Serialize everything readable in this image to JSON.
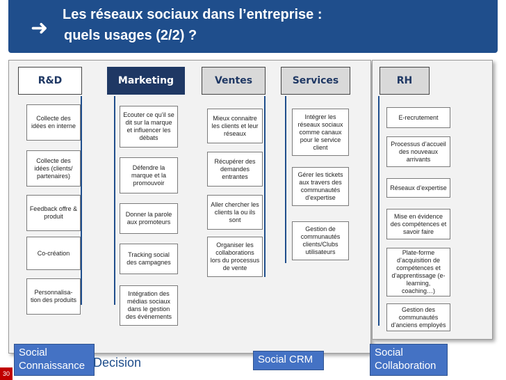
{
  "title": {
    "line1": "Les réseaux sociaux dans l’entreprise :",
    "line2": "quels usages (2/2)  ?",
    "arrow_icon": "right-arrow-icon"
  },
  "columns": [
    {
      "head": "R&D",
      "items": [
        "Collecte des idées en interne",
        "Collecte des idées (clients/ partenaires)",
        "Feedback offre & produit",
        "Co-création",
        "Personnalisa- tion des produits"
      ]
    },
    {
      "head": "Marketing",
      "items": [
        "Ecouter ce qu’il se dit sur la marque et influencer les débats",
        "Défendre la marque et la promouvoir",
        "Donner la parole aux promoteurs",
        "Tracking social des campagnes",
        "Intégration des médias sociaux dans le gestion des événements"
      ]
    },
    {
      "head": "Ventes",
      "items": [
        "Mieux connaitre les clients et leur réseaux",
        "Récupérer des demandes entrantes",
        "Aller chercher les clients la ou ils sont",
        "Organiser les collaborations lors du processus de vente"
      ]
    },
    {
      "head": "Services",
      "items": [
        "Intégrer les réseaux sociaux comme canaux pour le service client",
        "Gérer les tickets aux travers des communautés d’expertise",
        "Gestion de communautés clients/Clubs utilisateurs"
      ]
    },
    {
      "head": "RH",
      "items": [
        "E-recrutement",
        "Processus d’accueil des nouveaux arrivants",
        "Réseaux d’expertise",
        "Mise en évidence des compétences et savoir faire",
        "Plate-forme d’acquisition de compétences et d’apprentissage (e-learning, coaching…)",
        "Gestion des communautés d’anciens employés"
      ]
    }
  ],
  "labels": {
    "connaissance": "Social Connaissance",
    "crm": "Social CRM",
    "collaboration": "Social Collaboration"
  },
  "logo": "Decision",
  "page_number": "30"
}
